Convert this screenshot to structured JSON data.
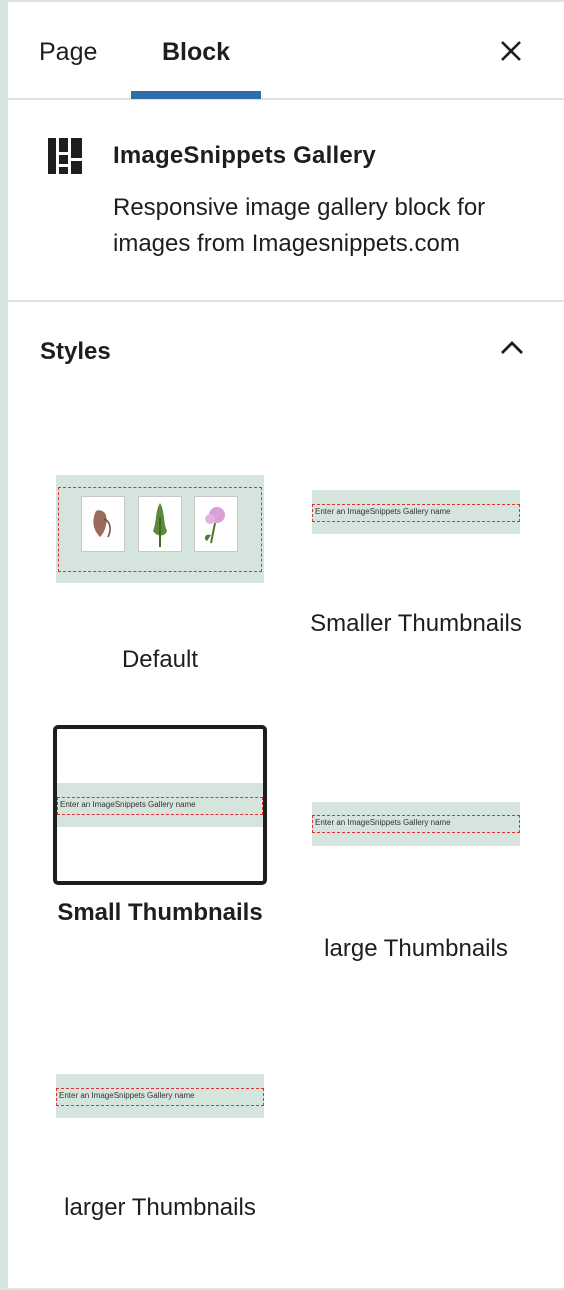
{
  "tabs": {
    "page_label": "Page",
    "block_label": "Block",
    "active": "Block"
  },
  "block": {
    "title": "ImageSnippets Gallery",
    "description": "Responsive image gallery block for images from Imagesnippets.com",
    "icon": "gallery-grid-icon"
  },
  "styles": {
    "title": "Styles",
    "expanded": true,
    "options": [
      {
        "label": "Default",
        "selected": false,
        "preview": "thumbnails"
      },
      {
        "label": "Smaller Thumbnails",
        "selected": false,
        "preview": "input",
        "placeholder": "Enter an ImageSnippets Gallery name"
      },
      {
        "label": "Small Thumbnails",
        "selected": true,
        "preview": "input",
        "placeholder": "Enter an ImageSnippets Gallery name"
      },
      {
        "label": "large Thumbnails",
        "selected": false,
        "preview": "input",
        "placeholder": "Enter an ImageSnippets Gallery name"
      },
      {
        "label": "larger Thumbnails",
        "selected": false,
        "preview": "input",
        "placeholder": "Enter an ImageSnippets Gallery name"
      }
    ]
  },
  "colors": {
    "accent": "#2f6fa8",
    "preview_bg": "#d5e4dd",
    "dashed_border": "#e03131",
    "text": "#1e1e1e"
  }
}
